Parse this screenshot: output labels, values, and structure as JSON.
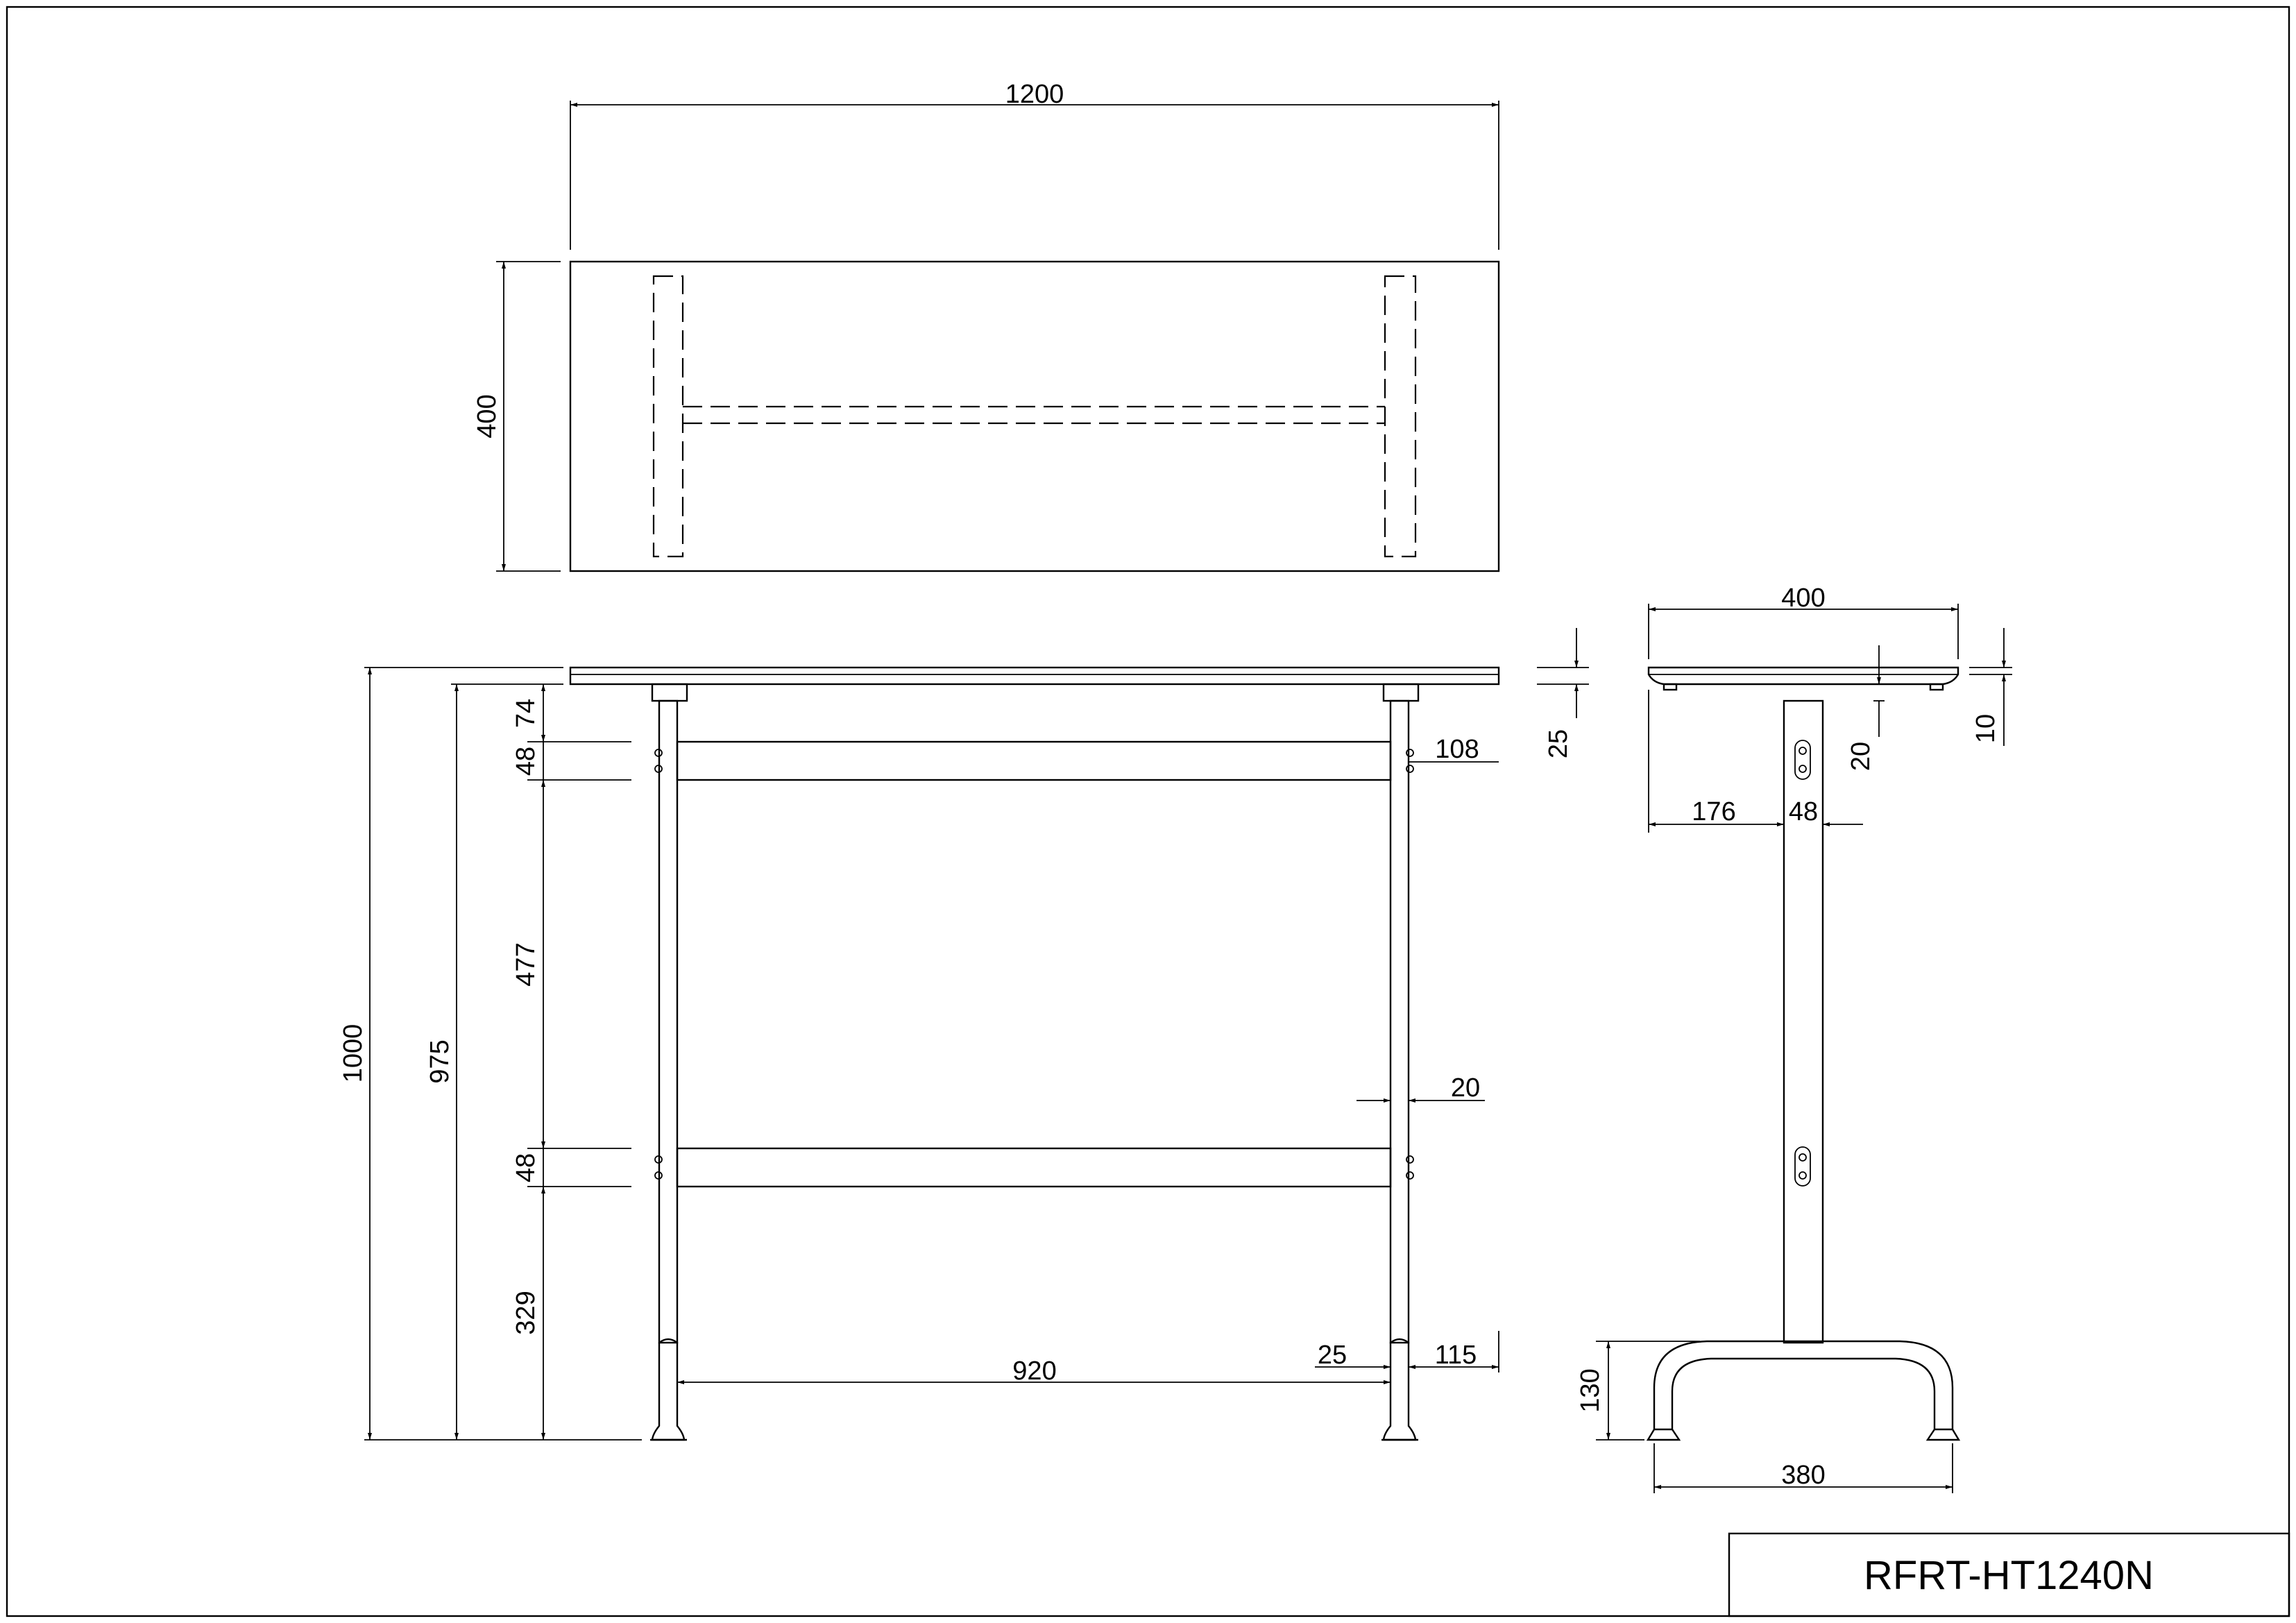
{
  "title_block": {
    "model": "RFRT-HT1240N"
  },
  "dimensions": {
    "top_width": "1200",
    "top_depth": "400",
    "front_total_height": "1000",
    "front_height_under_top": "975",
    "front_74": "74",
    "front_48_upper": "48",
    "front_477": "477",
    "front_48_lower": "48",
    "front_329": "329",
    "front_108": "108",
    "front_20": "20",
    "front_920": "920",
    "front_25_foot": "25",
    "front_115": "115",
    "top_thickness": "25",
    "side_width": "400",
    "side_20": "20",
    "side_10": "10",
    "side_176": "176",
    "side_48": "48",
    "side_130": "130",
    "side_380": "380"
  }
}
